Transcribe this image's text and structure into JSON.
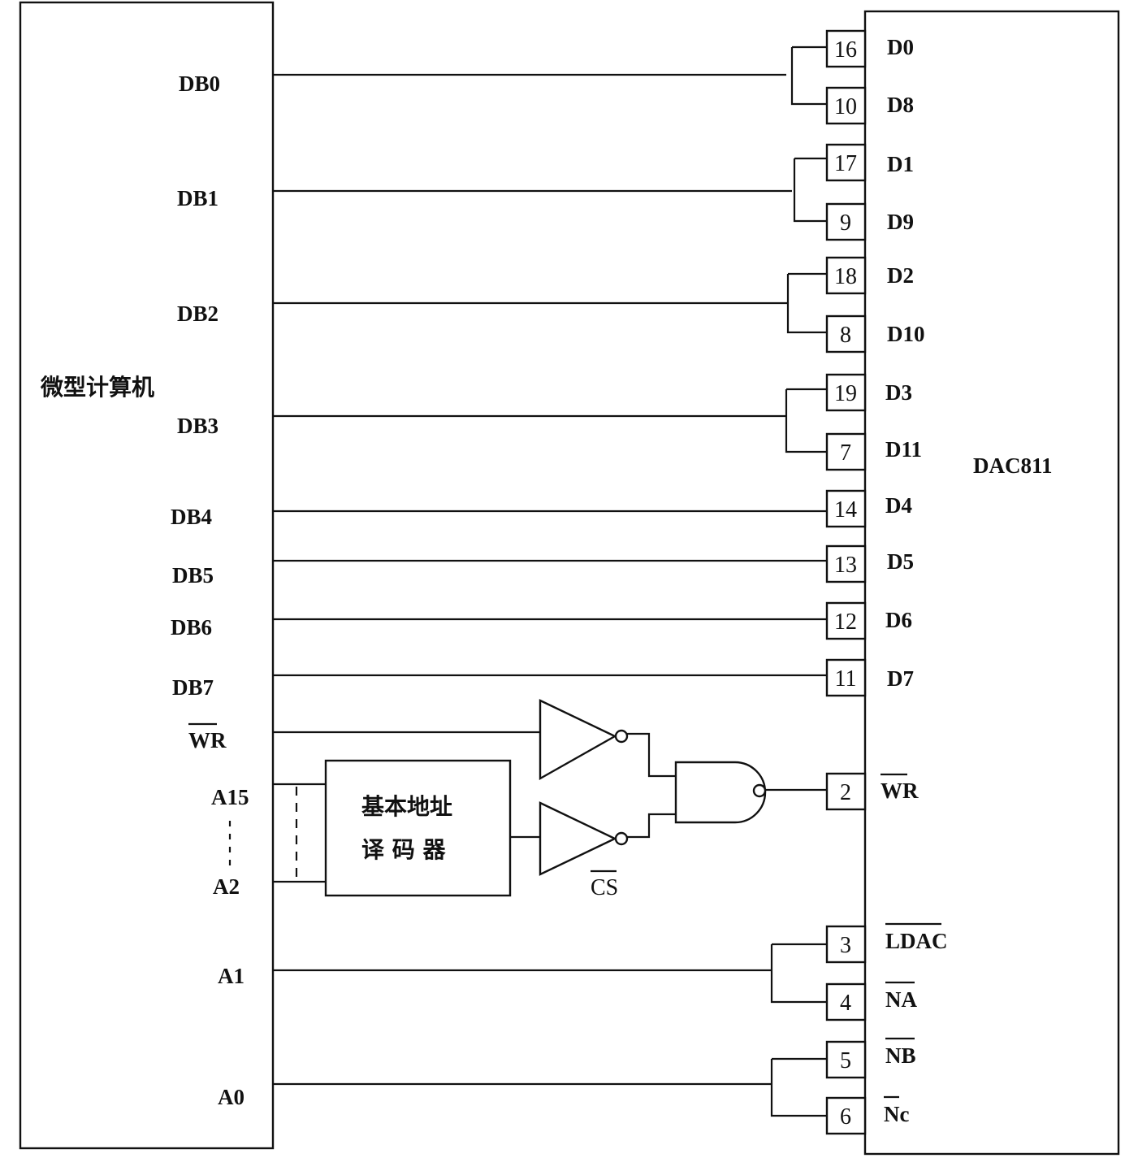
{
  "microcomputer": {
    "label": "微型计算机",
    "data_lines": [
      "DB0",
      "DB1",
      "DB2",
      "DB3",
      "DB4",
      "DB5",
      "DB6",
      "DB7"
    ],
    "wr": "WR",
    "a15": "A15",
    "a2": "A2",
    "a1": "A1",
    "a0": "A0"
  },
  "decoder": {
    "line1": "基本地址",
    "line2": "译 码 器"
  },
  "cs_label": "CS",
  "dac": {
    "label": "DAC811",
    "pins": [
      {
        "num": "16",
        "name": "D0"
      },
      {
        "num": "10",
        "name": "D8"
      },
      {
        "num": "17",
        "name": "D1"
      },
      {
        "num": "9",
        "name": "D9"
      },
      {
        "num": "18",
        "name": "D2"
      },
      {
        "num": "8",
        "name": "D10"
      },
      {
        "num": "19",
        "name": "D3"
      },
      {
        "num": "7",
        "name": "D11"
      },
      {
        "num": "14",
        "name": "D4"
      },
      {
        "num": "13",
        "name": "D5"
      },
      {
        "num": "12",
        "name": "D6"
      },
      {
        "num": "11",
        "name": "D7"
      },
      {
        "num": "2",
        "name": "WR"
      },
      {
        "num": "3",
        "name": "LDAC"
      },
      {
        "num": "4",
        "name": "NA"
      },
      {
        "num": "5",
        "name": "NB"
      },
      {
        "num": "6",
        "name": "Nc"
      }
    ]
  }
}
